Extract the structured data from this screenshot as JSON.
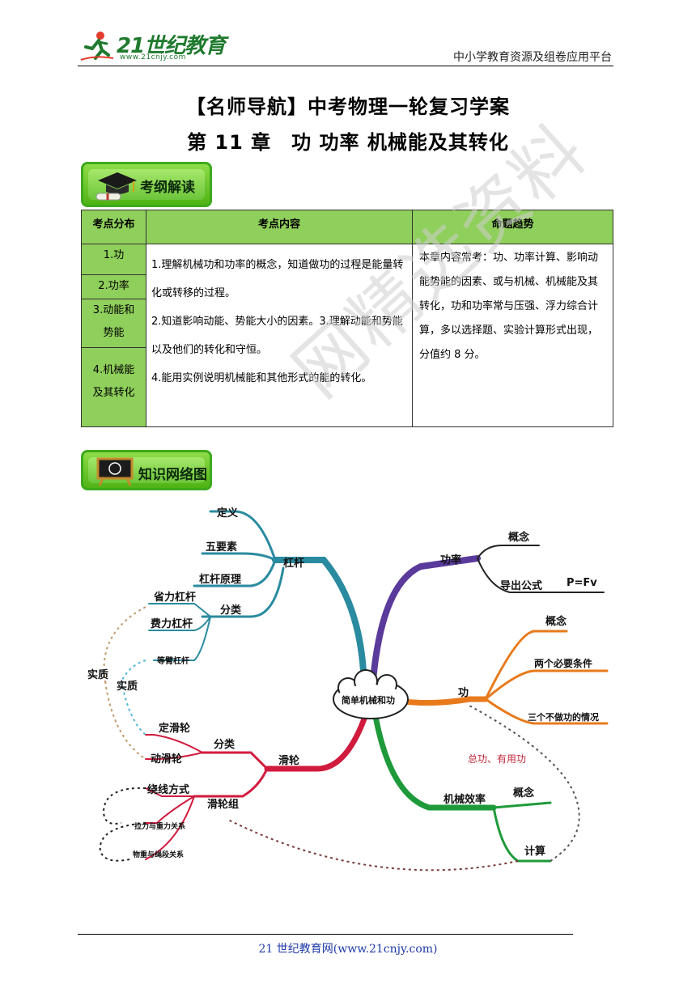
{
  "header": {
    "brand": "21世纪教育",
    "url": "www.21cnjy.com",
    "right_text": "中小学教育资源及组卷应用平台"
  },
  "title_line1": "【名师导航】中考物理一轮复习学案",
  "title_line2": "第 11 章　功  功率  机械能及其转化",
  "badge1": "考纲解读",
  "badge2": "知识网络图",
  "table": {
    "headers": [
      "考点分布",
      "考点内容",
      "命题趋势"
    ],
    "points": [
      "1.功",
      "2.功率",
      "3.动能和势能",
      "4.机械能及其转化"
    ],
    "content": [
      "1.理解机械功和功率的概念，知道做功的过程是能量转化或转移的过程。",
      "2.知道影响动能、势能大小的因素。3.理解动能和势能以及他们的转化和守恒。",
      "4.能用实例说明机械能和其他形式的能的转化。"
    ],
    "trend": "本章内容常考：功、功率计算、影响动能势能的因素、或与机械、机械能及其转化，功和功率常与压强、浮力综合计算，多以选择题、实验计算形式出现，分值约 8 分。"
  },
  "watermark": "网精选资料",
  "mindmap": {
    "center": "简单机械和功",
    "lever": "杠杆",
    "lever_items": [
      "定义",
      "五要素",
      "杠杆原理"
    ],
    "lever_class": "分类",
    "lever_types": [
      "省力杠杆",
      "费力杠杆",
      "等臂杠杆"
    ],
    "essence": "实质",
    "pulley": "滑轮",
    "pulley_class": "分类",
    "pulley_types": [
      "定滑轮",
      "动滑轮"
    ],
    "pulley_group": "滑轮组",
    "pg_items": [
      "绕线方式",
      "拉力与重力关系",
      "物重与绳段关系"
    ],
    "power": "功率",
    "power_items": [
      "概念",
      "导出公式"
    ],
    "power_formula": "P=Fv",
    "work": "功",
    "work_items": [
      "概念",
      "两个必要条件",
      "三个不做功的情况"
    ],
    "efficiency": "机械效率",
    "eff_items": [
      "概念",
      "计算"
    ],
    "total_useful": "总功、有用功"
  },
  "footer": "21 世纪教育网(www.21cnjy.com)"
}
